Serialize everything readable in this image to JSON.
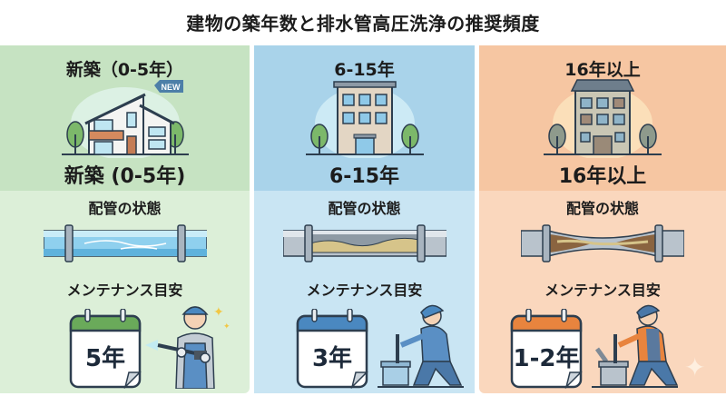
{
  "title": "建物の築年数と排水管高圧洗浄の推奨頻度",
  "colors": {
    "new_top": "#c6e3c2",
    "new_bottom": "#dcefd8",
    "mid_top": "#a9d3ea",
    "mid_bottom": "#c9e5f3",
    "old_top": "#f6c6a2",
    "old_bottom": "#fad7bd"
  },
  "panels": [
    {
      "age_heading": "新築（0-5年）",
      "age_label": "新築 (0-5年)",
      "building_badge": "NEW",
      "building_icon": "new-house-icon",
      "pipe_title": "配管の状態",
      "pipe_state": "clean-pipe",
      "maintenance_title": "メンテナンス目安",
      "interval": "5年",
      "calendar_color": "#6aaa5a",
      "worker_icon": "worker-pressure-washer-icon"
    },
    {
      "age_heading": "6-15年",
      "age_label": "6-15年",
      "building_icon": "mid-building-icon",
      "pipe_title": "配管の状態",
      "pipe_state": "partially-clogged-pipe",
      "maintenance_title": "メンテナンス目安",
      "interval": "3年",
      "calendar_color": "#4a88c0",
      "worker_icon": "worker-kneeling-icon"
    },
    {
      "age_heading": "16年以上",
      "age_label": "16年以上",
      "building_icon": "old-building-icon",
      "pipe_title": "配管の状態",
      "pipe_state": "heavily-clogged-pipe",
      "maintenance_title": "メンテナンス目安",
      "interval": "1-2年",
      "calendar_color": "#e8843e",
      "worker_icon": "worker-repair-icon"
    }
  ]
}
